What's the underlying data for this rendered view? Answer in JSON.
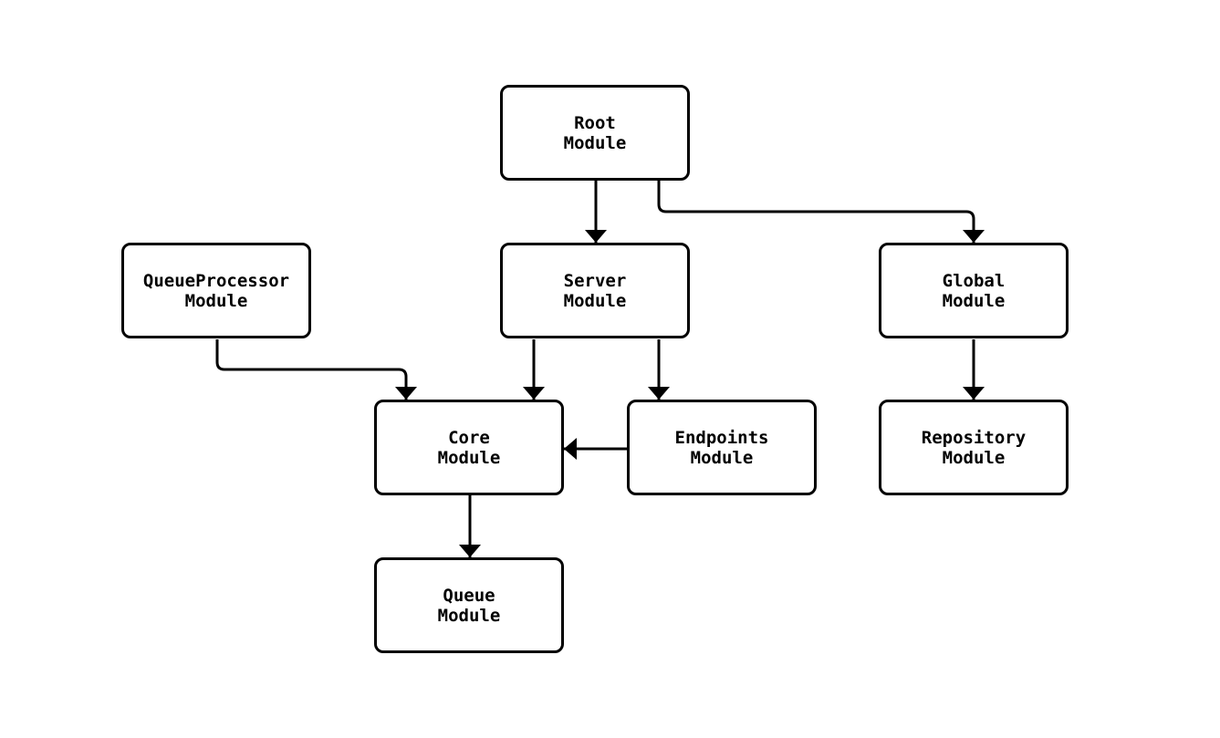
{
  "diagram": {
    "style": {
      "background": "#ffffff",
      "stroke": "#000000",
      "node_fill": "#ffffff",
      "text": "#000000"
    },
    "nodes": [
      {
        "id": "root",
        "label": "Root\nModule"
      },
      {
        "id": "queueprocessor",
        "label": "QueueProcessor\nModule"
      },
      {
        "id": "server",
        "label": "Server\nModule"
      },
      {
        "id": "global",
        "label": "Global\nModule"
      },
      {
        "id": "core",
        "label": "Core\nModule"
      },
      {
        "id": "endpoints",
        "label": "Endpoints\nModule"
      },
      {
        "id": "repository",
        "label": "Repository\nModule"
      },
      {
        "id": "queue",
        "label": "Queue\nModule"
      }
    ],
    "edges": [
      {
        "from": "root",
        "to": "server"
      },
      {
        "from": "root",
        "to": "global"
      },
      {
        "from": "queueprocessor",
        "to": "core"
      },
      {
        "from": "server",
        "to": "core"
      },
      {
        "from": "server",
        "to": "endpoints"
      },
      {
        "from": "endpoints",
        "to": "core"
      },
      {
        "from": "global",
        "to": "repository"
      },
      {
        "from": "core",
        "to": "queue"
      }
    ]
  }
}
